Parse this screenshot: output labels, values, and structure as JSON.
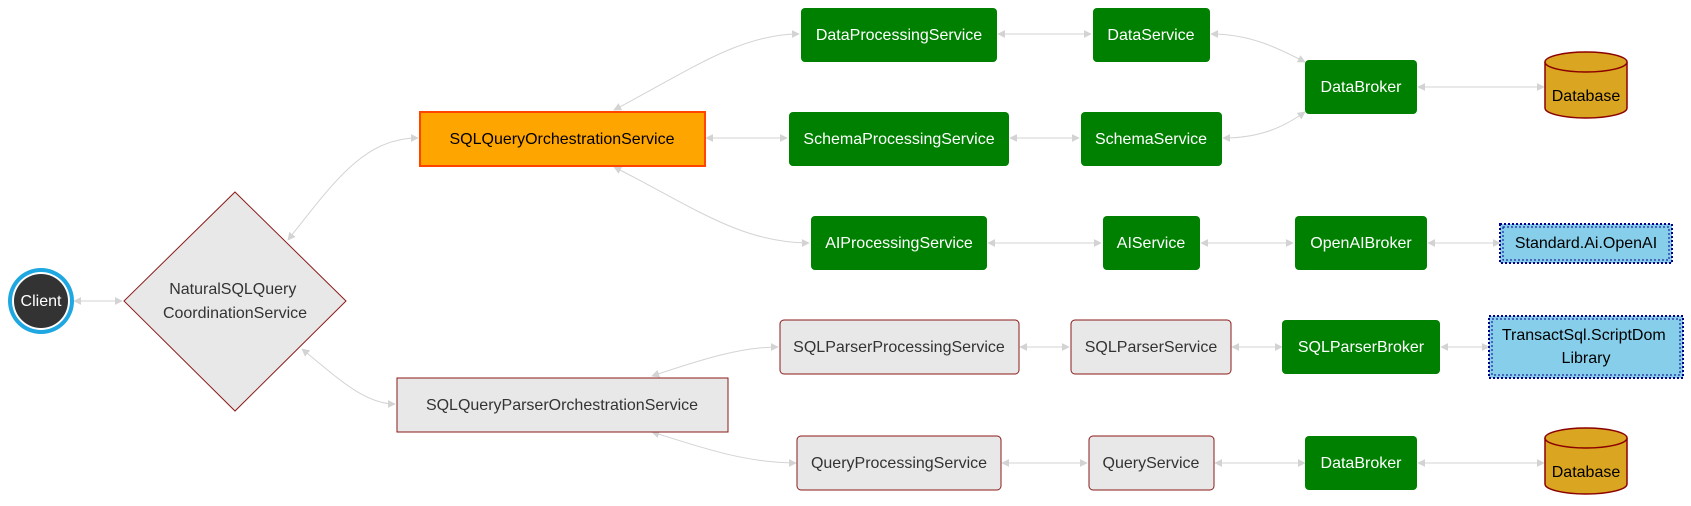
{
  "diagram": {
    "nodes": {
      "client": {
        "lines": [
          "Client"
        ]
      },
      "coordination": {
        "lines": [
          "NaturalSQLQuery",
          "CoordinationService"
        ]
      },
      "sql_orch": {
        "lines": [
          "SQLQueryOrchestrationService"
        ]
      },
      "sqlparser_orch": {
        "lines": [
          "SQLQueryParserOrchestrationService"
        ]
      },
      "data_proc": {
        "lines": [
          "DataProcessingService"
        ]
      },
      "schema_proc": {
        "lines": [
          "SchemaProcessingService"
        ]
      },
      "ai_proc": {
        "lines": [
          "AIProcessingService"
        ]
      },
      "sqlparser_proc": {
        "lines": [
          "SQLParserProcessingService"
        ]
      },
      "query_proc": {
        "lines": [
          "QueryProcessingService"
        ]
      },
      "data_svc": {
        "lines": [
          "DataService"
        ]
      },
      "schema_svc": {
        "lines": [
          "SchemaService"
        ]
      },
      "ai_svc": {
        "lines": [
          "AIService"
        ]
      },
      "sqlparser_svc": {
        "lines": [
          "SQLParserService"
        ]
      },
      "query_svc": {
        "lines": [
          "QueryService"
        ]
      },
      "databroker_top": {
        "lines": [
          "DataBroker"
        ]
      },
      "openai_broker": {
        "lines": [
          "OpenAIBroker"
        ]
      },
      "sqlparser_broker": {
        "lines": [
          "SQLParserBroker"
        ]
      },
      "databroker_bottom": {
        "lines": [
          "DataBroker"
        ]
      },
      "database_top": {
        "lines": [
          "Database"
        ]
      },
      "database_bottom": {
        "lines": [
          "Database"
        ]
      },
      "openai_lib": {
        "lines": [
          "Standard.Ai.OpenAI"
        ]
      },
      "scriptdom_lib": {
        "lines": [
          "TransactSql.ScriptDom",
          "Library"
        ]
      }
    },
    "colors": {
      "orange_fill": "#ffa500",
      "orange_stroke": "#ff4500",
      "green_fill": "#008000",
      "gray_fill": "#e8e8e8",
      "gray_stroke": "#8b1a1a",
      "client_fill": "#333333",
      "client_ring": "#1ea7e1",
      "db_fill": "#daa520",
      "db_stroke": "#8b0000",
      "lib_fill": "#87ceeb",
      "lib_stroke": "#00008b",
      "edge": "#d3d3d3"
    }
  }
}
